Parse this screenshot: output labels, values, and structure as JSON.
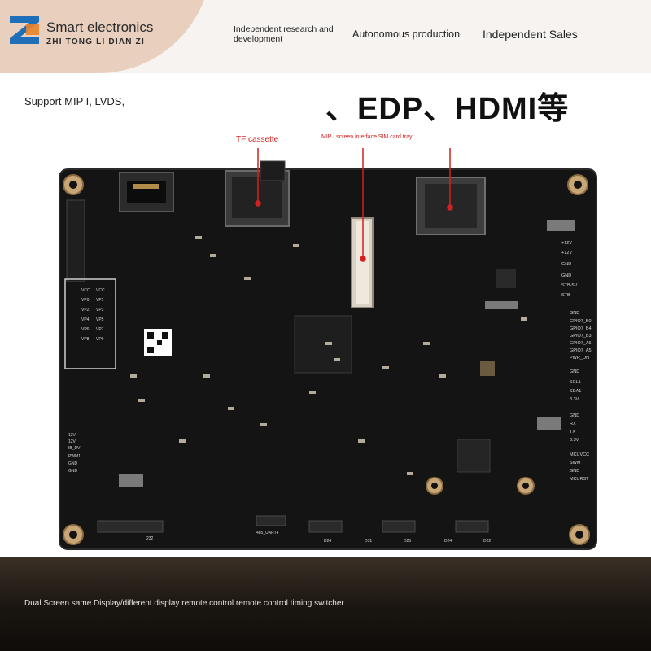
{
  "header": {
    "brand_title": "Smart electronics",
    "brand_subtitle": "ZHI TONG LI DIAN ZI",
    "taglines": [
      "Independent research and development",
      "Autonomous production",
      "Independent Sales"
    ]
  },
  "support": {
    "left_text": "Support MIP I, LVDS,",
    "right_text": "、EDP、HDMI等"
  },
  "callouts": {
    "tf": "TF cassette",
    "mipi": "MIP I screen interface SIM card tray"
  },
  "board_labels": {
    "left_pins": [
      "VCC",
      "VCC",
      "VP0",
      "VP1",
      "VP2",
      "VP3",
      "VP4",
      "VP5",
      "VP6",
      "VP7",
      "VP8",
      "VP9"
    ],
    "right_pins": [
      "+12V",
      "+12V",
      "GND",
      "GND",
      "STB-5V",
      "STB",
      "GND",
      "GPIO7_B0",
      "GPIO7_B4",
      "GPIO7_B3",
      "GPIO7_A6",
      "GPIO7_A5",
      "PWR_ON",
      "GND",
      "SCL1",
      "SDA1",
      "3.3V",
      "GND",
      "RX",
      "TX",
      "3.3V",
      "MCUVCC",
      "SWM",
      "GND",
      "MCURST"
    ],
    "bottom_left": [
      "12V",
      "12V",
      "IB_DV",
      "PWM1",
      "GND",
      "GND"
    ],
    "bottom_codes": [
      "232",
      "485_UART4",
      "D24",
      "D31",
      "D25",
      "D24",
      "D22"
    ]
  },
  "bottom": {
    "text": "Dual Screen same Display/different display remote control remote control timing switcher"
  },
  "colors": {
    "header_bg": "#f6f3f1",
    "logo_blob": "#e9cfbd",
    "logo_blue": "#1f6fb8",
    "logo_orange": "#e8842b",
    "callout": "#d42020",
    "board": "#141414"
  }
}
